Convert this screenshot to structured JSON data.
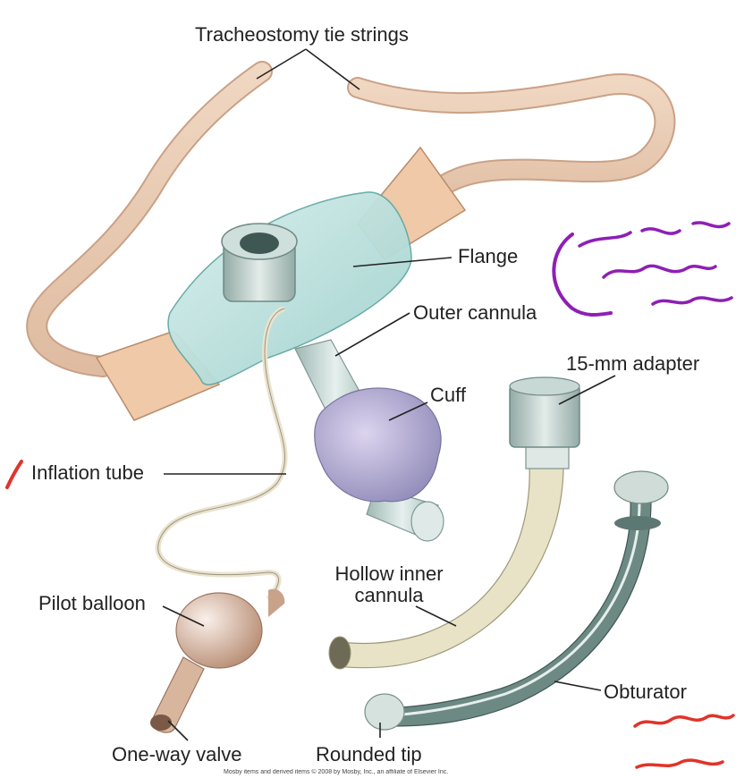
{
  "labels": {
    "tie_strings": "Tracheostomy tie strings",
    "flange": "Flange",
    "outer_cannula": "Outer cannula",
    "adapter": "15-mm adapter",
    "cuff": "Cuff",
    "inflation_tube": "Inflation tube",
    "inner_cannula_line1": "Hollow inner",
    "inner_cannula_line2": "cannula",
    "pilot_balloon": "Pilot balloon",
    "obturator": "Obturator",
    "one_way_valve": "One-way valve",
    "rounded_tip": "Rounded tip"
  },
  "credit": "Mosby items and derived items © 2008 by Mosby, Inc., an affiliate of Elsevier Inc.",
  "colors": {
    "ties": "#e8c9b0",
    "flange": "#bfe3e0",
    "cannula": "#c9dcd8",
    "cuff": "#a9a7c9",
    "balloon": "#d4b39c",
    "inner_cannula": "#e3dfc0",
    "obturator": "#5e7b76",
    "annotation_purple": "#8e1fb5",
    "annotation_red": "#e0342a"
  }
}
